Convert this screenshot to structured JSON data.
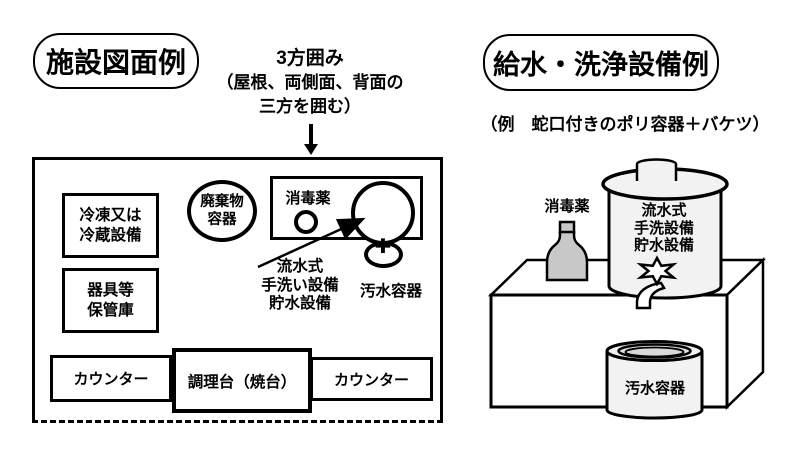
{
  "titles": {
    "facility": "施設図面例",
    "equipment": "給水・洗浄設備例",
    "equipment_note": "（例　蛇口付きのポリ容器＋バケツ）"
  },
  "annotation": {
    "line1": "3方囲み",
    "line2": "（屋根、両側面、背面の",
    "line3": "三方を囲む）"
  },
  "facility": {
    "freezer_line1": "冷凍又は",
    "freezer_line2": "冷蔵設備",
    "waste_line1": "廃棄物",
    "waste_line2": "容器",
    "sanitizer": "消毒薬",
    "handwash_line1": "流水式",
    "handwash_line2": "手洗い設備",
    "handwash_line3": "貯水設備",
    "sewage": "汚水容器",
    "storage_line1": "器具等",
    "storage_line2": "保管庫",
    "counter_left": "カウンター",
    "cooking_table": "調理台（焼台）",
    "counter_right": "カウンター",
    "faucet_plus_icon": "✚"
  },
  "equipment": {
    "sanitizer": "消毒薬",
    "tank_line1": "流水式",
    "tank_line2": "手洗設備",
    "tank_line3": "貯水設備",
    "bucket": "汚水容器"
  },
  "colors": {
    "outline": "#000000",
    "background": "#ffffff",
    "bottle_gray": "#c8c8c8",
    "container_gray": "#f2f2f2",
    "bucket_inner_gray": "#e2e2e2"
  }
}
